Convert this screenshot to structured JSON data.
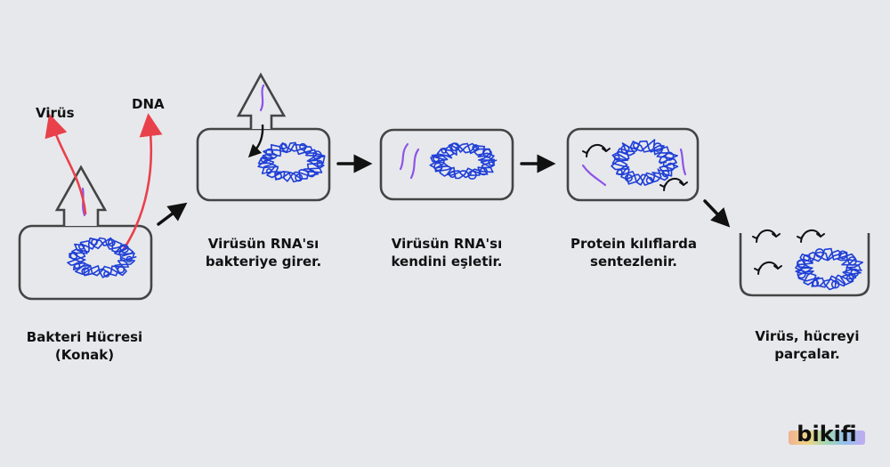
{
  "labels": {
    "host_line1": "Bakteri Hücresi",
    "host_line2": "(Konak)",
    "virus": "Virüs",
    "dna": "DNA",
    "step1_line1": "Virüsün RNA'sı",
    "step1_line2": "bakteriye girer.",
    "step2_line1": "Virüsün RNA'sı",
    "step2_line2": "kendini eşletir.",
    "step3_line1": "Protein kılıflarda",
    "step3_line2": "sentezlenir.",
    "step4_line1": "Virüs, hücreyi",
    "step4_line2": "parçalar."
  },
  "logo": {
    "text": "bikifi"
  },
  "colors": {
    "background": "#e7e8ec",
    "dna": "#1f3fd6",
    "rna": "#8e55e8",
    "pointer": "#e8414b",
    "outline": "#444444"
  }
}
